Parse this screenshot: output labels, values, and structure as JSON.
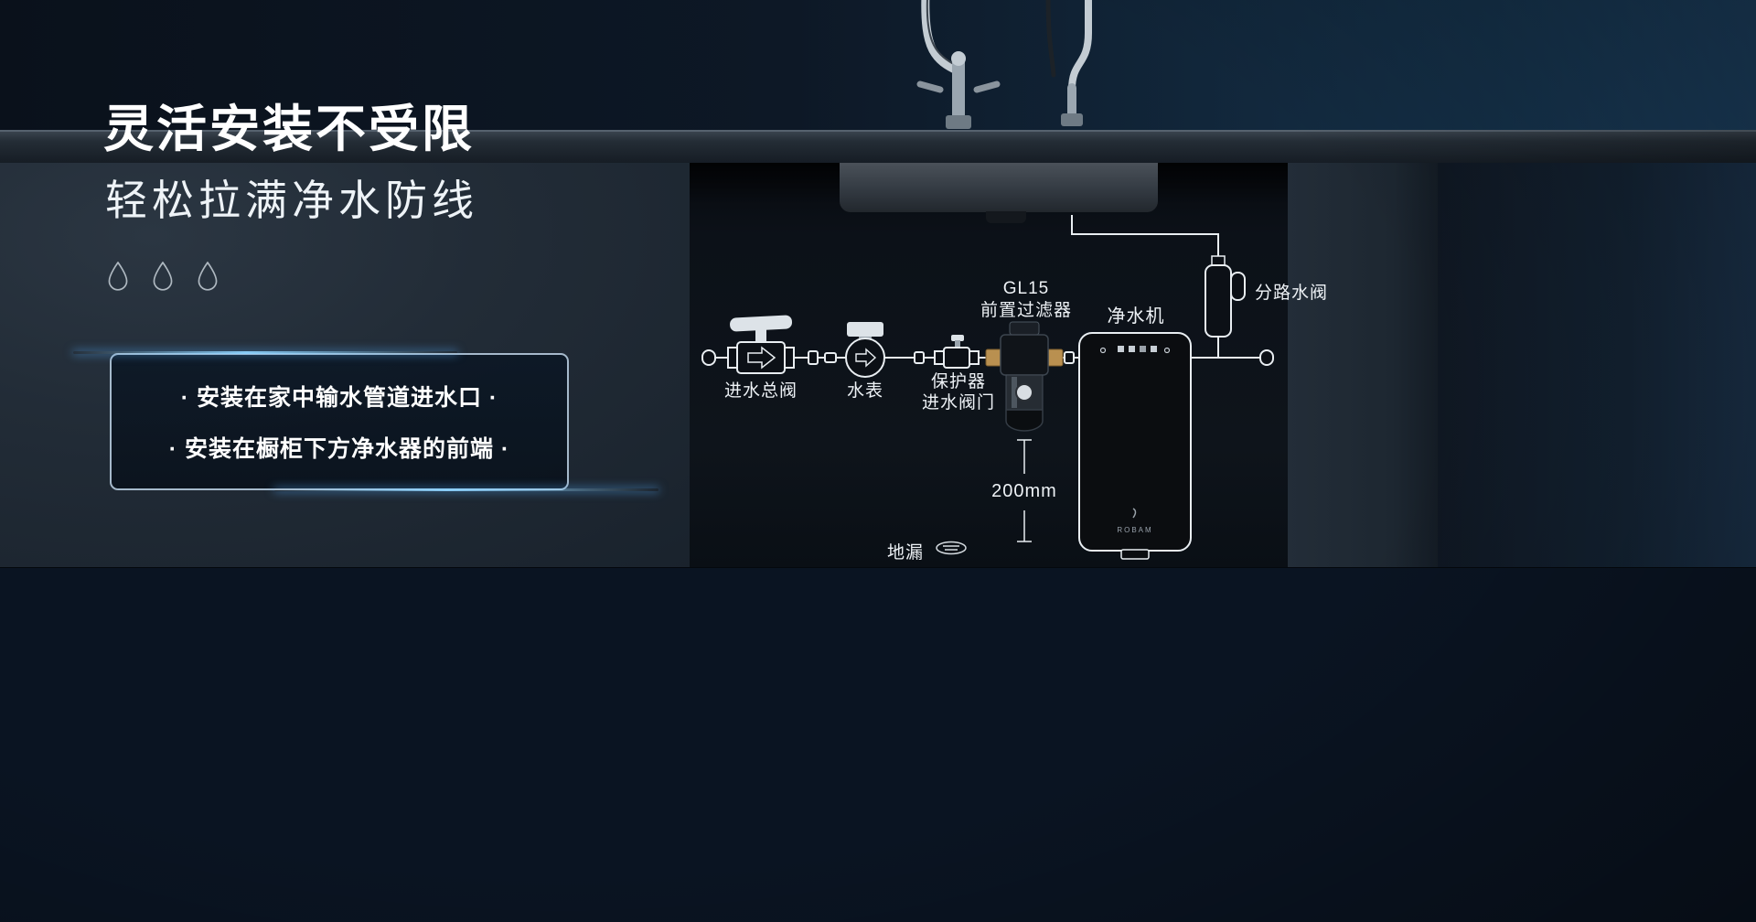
{
  "hero": {
    "title": "灵活安装不受限",
    "subtitle": "轻松拉满净水防线",
    "points": [
      "· 安装在家中输水管道进水口 ·",
      "· 安装在橱柜下方净水器的前端 ·"
    ]
  },
  "diagram": {
    "inlet_valve_label": "进水总阀",
    "water_meter_label": "水表",
    "protector_label_line1": "保护器",
    "protector_label_line2": "进水阀门",
    "filter_label_line1": "GL15",
    "filter_label_line2": "前置过滤器",
    "purifier_label": "净水机",
    "bypass_valve_label": "分路水阀",
    "dimension_label": "200mm",
    "floor_drain_label": "地漏",
    "brand": "ROBAM"
  },
  "colors": {
    "accent_blue": "#5ab4ff",
    "background_dark": "#0a1422",
    "line_white": "#e9eef2",
    "brass": "#b99050"
  }
}
